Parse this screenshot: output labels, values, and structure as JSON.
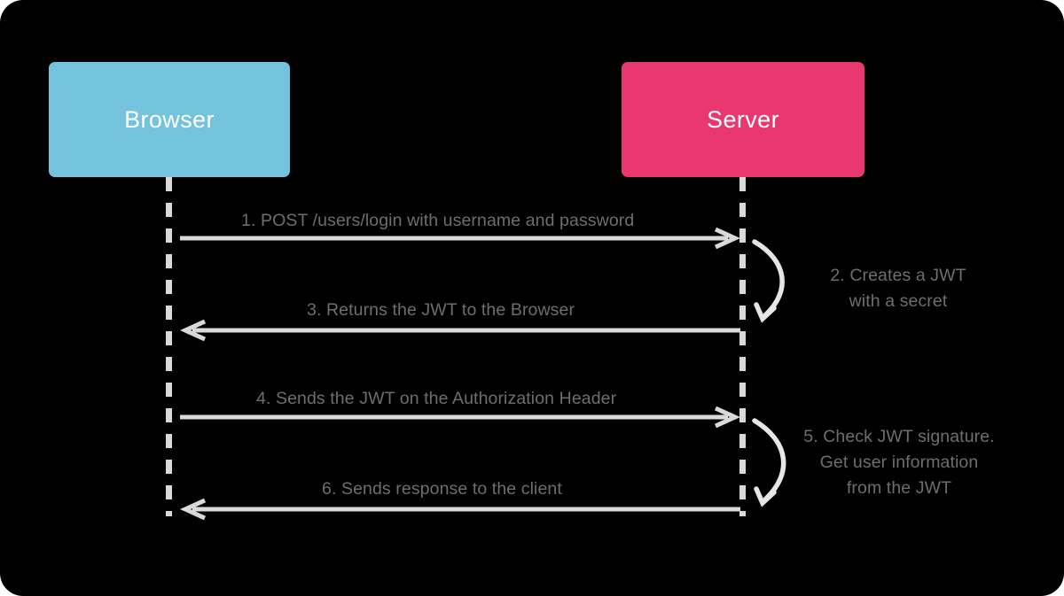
{
  "diagram": {
    "type": "sequence",
    "background_color": "#000000",
    "line_color": "#d9d9d9",
    "text_color": "#6e6e6e",
    "actors": [
      {
        "id": "browser",
        "label": "Browser",
        "color": "#74c3dc",
        "label_color": "#ffffff"
      },
      {
        "id": "server",
        "label": "Server",
        "color": "#e8386f",
        "label_color": "#ffffff"
      }
    ],
    "messages": [
      {
        "number": "1",
        "label": "1. POST /users/login with username and password",
        "from": "browser",
        "to": "server",
        "direction": "right"
      },
      {
        "number": "3",
        "label": "3. Returns the JWT to the Browser",
        "from": "server",
        "to": "browser",
        "direction": "left"
      },
      {
        "number": "4",
        "label": "4. Sends the JWT on the Authorization Header",
        "from": "browser",
        "to": "server",
        "direction": "right"
      },
      {
        "number": "6",
        "label": "6. Sends response to the client",
        "from": "server",
        "to": "browser",
        "direction": "left"
      }
    ],
    "self_notes": [
      {
        "number": "2",
        "actor": "server",
        "label": "2. Creates a JWT\nwith a secret"
      },
      {
        "number": "5",
        "actor": "server",
        "label": "5. Check JWT signature.\nGet user information\nfrom the JWT"
      }
    ]
  }
}
